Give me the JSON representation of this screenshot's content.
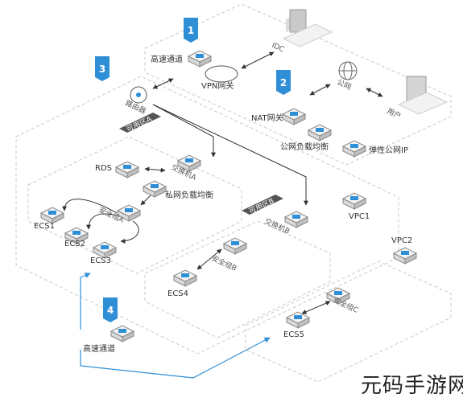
{
  "markers": {
    "m1": "1",
    "m2": "2",
    "m3": "3",
    "m4": "4"
  },
  "nodes": {
    "idc": "IDC",
    "high_speed_top": "高速通道",
    "vpn": "VPN网关",
    "public_net": "公网",
    "user": "用户",
    "router": "路由器",
    "nat": "NAT网关",
    "public_lb": "公网负载均衡",
    "eip": "弹性公网IP",
    "zone_a": "可用区A",
    "zone_b": "可用区B",
    "rds": "RDS",
    "switch_a": "交换机A",
    "private_lb": "私网负载均衡",
    "sg_a": "安全组A",
    "ecs1": "ECS1",
    "ecs2": "ECS2",
    "ecs3": "ECS3",
    "switch_b": "交换机B",
    "sg_b": "安全组B",
    "ecs4": "ECS4",
    "vpc1": "VPC1",
    "vpc2": "VPC2",
    "sg_c": "安全组C",
    "ecs5": "ECS5",
    "high_speed_bottom": "高速通道"
  },
  "watermark": "元码手游网",
  "colors": {
    "accent": "#2f8fd6",
    "zone_tag": "#555555",
    "line": "#333333",
    "dash": "#c8c8c8"
  }
}
